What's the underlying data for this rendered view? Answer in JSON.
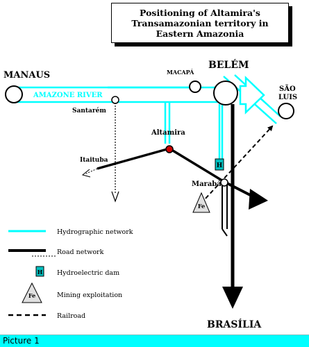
{
  "title": "Positioning of Altamira's\nTransamazonian territory in\nEastern Amazonia",
  "places": {
    "manaus": "MANAUS",
    "belem": "BELÉM",
    "macapa": "MACAPÁ",
    "sao_luis_line1": "SÃO",
    "sao_luis_line2": "LUIS",
    "santarem": "Santarém",
    "altamira": "Altamira",
    "itaituba": "Itaituba",
    "maraba": "Marabá",
    "brasilia": "BRASÍLIA"
  },
  "river_label": "AMAZONE RIVER",
  "dam_symbol": "H",
  "mining_symbol": "Fe",
  "legend": {
    "hydro": "Hydrographic network",
    "road": "Road network",
    "dam": "Hydroelectric dam",
    "mining": "Mining exploitation",
    "railroad": "Railroad"
  },
  "footer": "Picture 1",
  "colors": {
    "river": "#00FFFF",
    "road": "#000000",
    "altamira_marker": "#CC0000",
    "footer_bg": "#00FFFF"
  }
}
